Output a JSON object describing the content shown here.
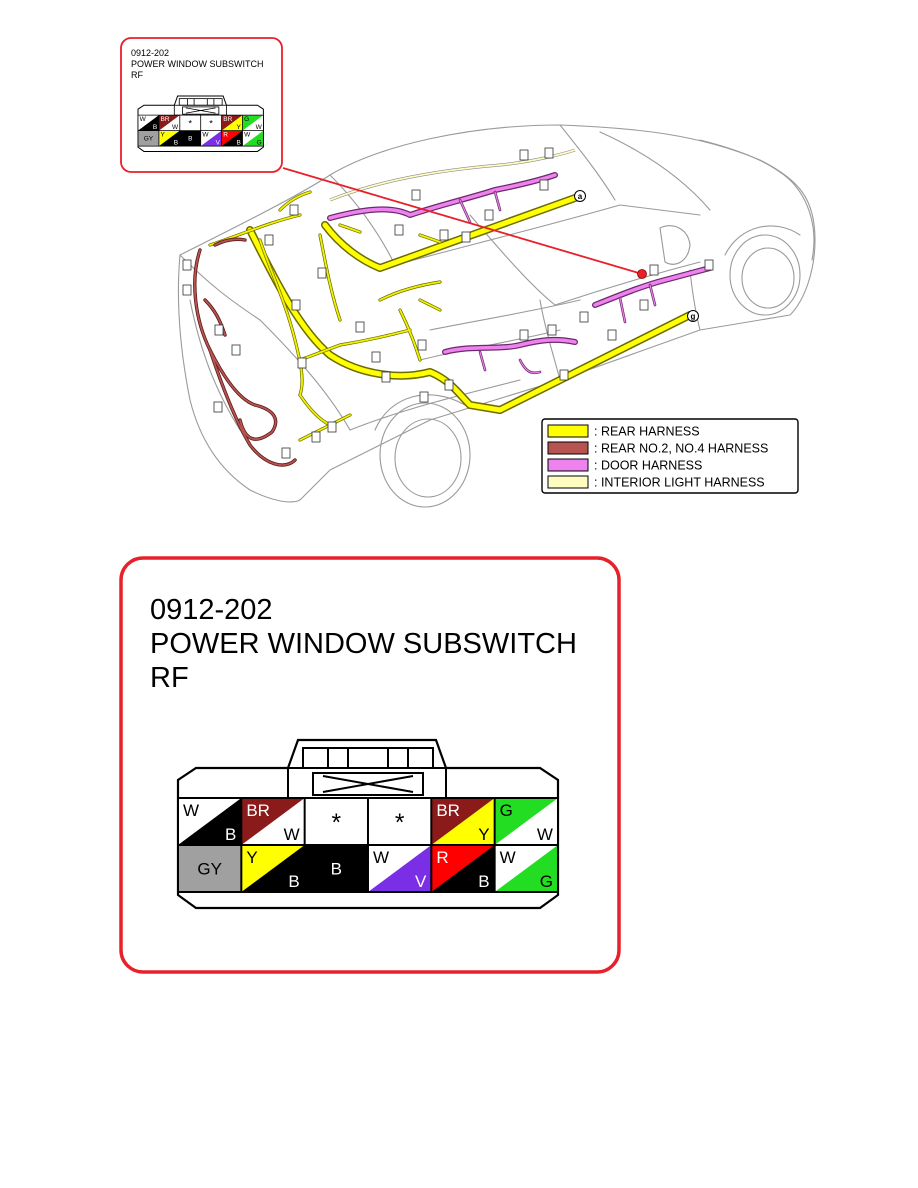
{
  "connector": {
    "code": "0912-202",
    "name": "POWER WINDOW SUBSWITCH",
    "position": "RF"
  },
  "callout_labels": [
    "a",
    "g"
  ],
  "legend": [
    {
      "label": ": REAR HARNESS",
      "color": "#ffff00"
    },
    {
      "label": ": REAR NO.2, NO.4 HARNESS",
      "color": "#b85450"
    },
    {
      "label": ": DOOR HARNESS",
      "color": "#ee82ee"
    },
    {
      "label": ": INTERIOR LIGHT HARNESS",
      "color": "#fffcc0"
    }
  ],
  "pins": {
    "row1": [
      {
        "type": "split",
        "top": "W",
        "bottom": "B",
        "top_color": "#ffffff",
        "bottom_color": "#000000",
        "top_text": "#000000",
        "bottom_text": "#ffffff"
      },
      {
        "type": "split",
        "top": "BR",
        "bottom": "W",
        "top_color": "#8b1a1a",
        "bottom_color": "#ffffff",
        "top_text": "#ffffff",
        "bottom_text": "#000000"
      },
      {
        "type": "unused",
        "symbol": "*"
      },
      {
        "type": "unused",
        "symbol": "*"
      },
      {
        "type": "split",
        "top": "BR",
        "bottom": "Y",
        "top_color": "#8b1a1a",
        "bottom_color": "#ffff00",
        "top_text": "#ffffff",
        "bottom_text": "#000000"
      },
      {
        "type": "split",
        "top": "G",
        "bottom": "W",
        "top_color": "#22dd22",
        "bottom_color": "#ffffff",
        "top_text": "#000000",
        "bottom_text": "#000000"
      }
    ],
    "row2": [
      {
        "type": "solid",
        "label": "GY",
        "color": "#a0a0a0",
        "text": "#000000"
      },
      {
        "type": "split",
        "top": "Y",
        "bottom": "B",
        "top_color": "#ffff00",
        "bottom_color": "#000000",
        "top_text": "#000000",
        "bottom_text": "#ffffff"
      },
      {
        "type": "solid",
        "label": "B",
        "color": "#000000",
        "text": "#ffffff"
      },
      {
        "type": "split",
        "top": "W",
        "bottom": "V",
        "top_color": "#ffffff",
        "bottom_color": "#7a2ee6",
        "top_text": "#000000",
        "bottom_text": "#ffffff"
      },
      {
        "type": "split",
        "top": "R",
        "bottom": "B",
        "top_color": "#ff0000",
        "bottom_color": "#000000",
        "top_text": "#ffffff",
        "bottom_text": "#ffffff"
      },
      {
        "type": "split",
        "top": "W",
        "bottom": "G",
        "top_color": "#ffffff",
        "bottom_color": "#22dd22",
        "top_text": "#000000",
        "bottom_text": "#000000"
      }
    ]
  },
  "colors": {
    "callout_border": "#e8202a",
    "rear_harness": "#ffff00",
    "rear_no2_harness": "#a04040",
    "door_harness": "#e07ae0",
    "interior_light_harness": "#fffcc0"
  }
}
